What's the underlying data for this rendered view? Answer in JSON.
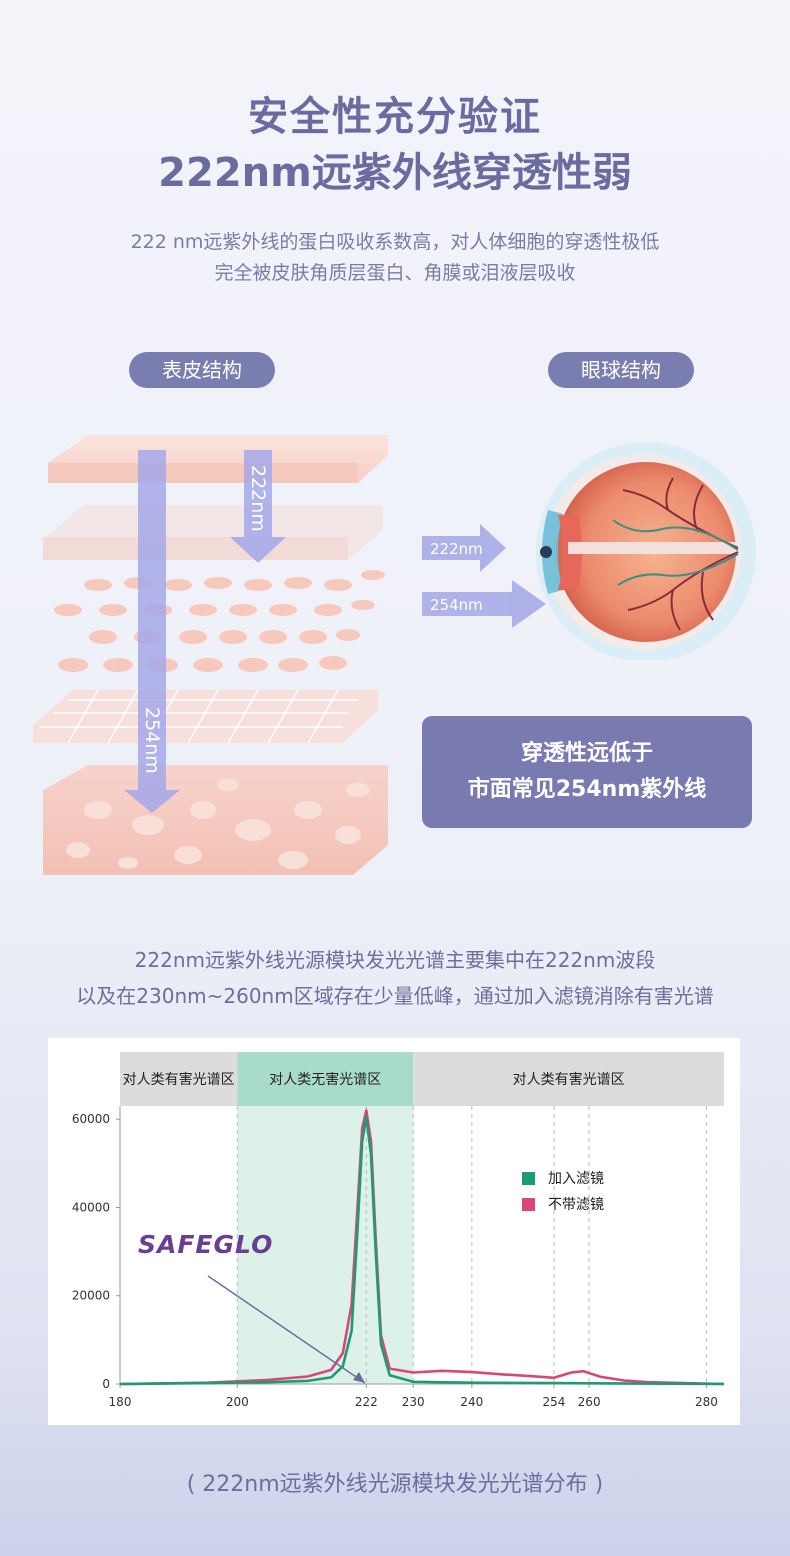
{
  "header": {
    "title_line1": "安全性充分验证",
    "title_line2": "222nm远紫外线穿透性弱"
  },
  "intro": {
    "line1": "222 nm远紫外线的蛋白吸收系数高，对人体细胞的穿透性极低",
    "line2": "完全被皮肤角质层蛋白、角膜或泪液层吸收"
  },
  "skin": {
    "pill_label": "表皮结构",
    "arrow_short": "222nm",
    "arrow_long": "254nm"
  },
  "eye": {
    "pill_label": "眼球结构",
    "arrow_top": "222nm",
    "arrow_bottom": "254nm"
  },
  "callout": {
    "line1": "穿透性远低于",
    "line2": "市面常见254nm紫外线"
  },
  "description": {
    "line1": "222nm远紫外线光源模块发光光谱主要集中在222nm波段",
    "line2": "以及在230nm~260nm区域存在少量低峰，通过加入滤镜消除有害光谱"
  },
  "chart_data": {
    "type": "line",
    "zones": [
      {
        "label": "对人类有害光谱区",
        "from": 180,
        "to": 200,
        "color": "#dcdcdc"
      },
      {
        "label": "对人类无害光谱区",
        "from": 200,
        "to": 230,
        "color": "#a9dcc8"
      },
      {
        "label": "对人类有害光谱区",
        "from": 230,
        "to": 283,
        "color": "#dcdcdc"
      }
    ],
    "x_ticks": [
      180,
      200,
      222,
      230,
      240,
      254,
      260,
      280
    ],
    "y_ticks": [
      0,
      20000,
      40000,
      60000
    ],
    "xlim": [
      180,
      283
    ],
    "ylim": [
      0,
      63000
    ],
    "series": [
      {
        "name": "加入滤镜",
        "color": "#1f9a76",
        "x": [
          180,
          195,
          205,
          212,
          216,
          218,
          219.5,
          220.5,
          221.3,
          222,
          222.8,
          223.6,
          224.5,
          226,
          230,
          240,
          254,
          260,
          270,
          283
        ],
        "y": [
          0,
          200,
          400,
          700,
          1500,
          4000,
          12000,
          35000,
          55000,
          60500,
          52000,
          30000,
          9000,
          2000,
          500,
          300,
          200,
          150,
          100,
          0
        ]
      },
      {
        "name": "不带滤镜",
        "color": "#d9467a",
        "x": [
          180,
          195,
          205,
          212,
          216,
          218,
          219.5,
          220.5,
          221.3,
          222,
          222.8,
          223.6,
          224.5,
          226,
          230,
          235,
          240,
          245,
          250,
          254,
          257,
          259,
          262,
          266,
          270,
          283
        ],
        "y": [
          0,
          300,
          900,
          1700,
          3200,
          7000,
          18000,
          40000,
          58000,
          62000,
          55000,
          33000,
          11000,
          3500,
          2600,
          3000,
          2700,
          2200,
          1800,
          1400,
          2600,
          2900,
          1600,
          800,
          400,
          0
        ]
      }
    ],
    "legend_position": "top-right",
    "brand_label": "SAFEGLO"
  },
  "caption": "( 222nm远紫外线光源模块发光光谱分布 )"
}
